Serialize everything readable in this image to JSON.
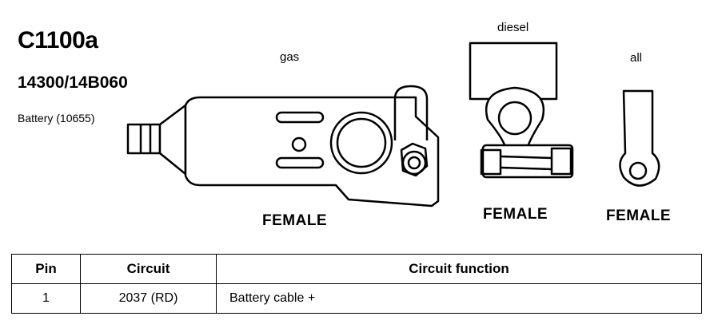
{
  "header": {
    "connector_id": "C1100a",
    "part_number": "14300/14B060",
    "component": "Battery (10655)"
  },
  "variants": [
    {
      "label": "gas",
      "gender": "FEMALE"
    },
    {
      "label": "diesel",
      "gender": "FEMALE"
    },
    {
      "label": "all",
      "gender": "FEMALE"
    }
  ],
  "table": {
    "headers": [
      "Pin",
      "Circuit",
      "Circuit function"
    ],
    "rows": [
      {
        "pin": "1",
        "circuit": "2037 (RD)",
        "function": "Battery cable +"
      }
    ]
  }
}
